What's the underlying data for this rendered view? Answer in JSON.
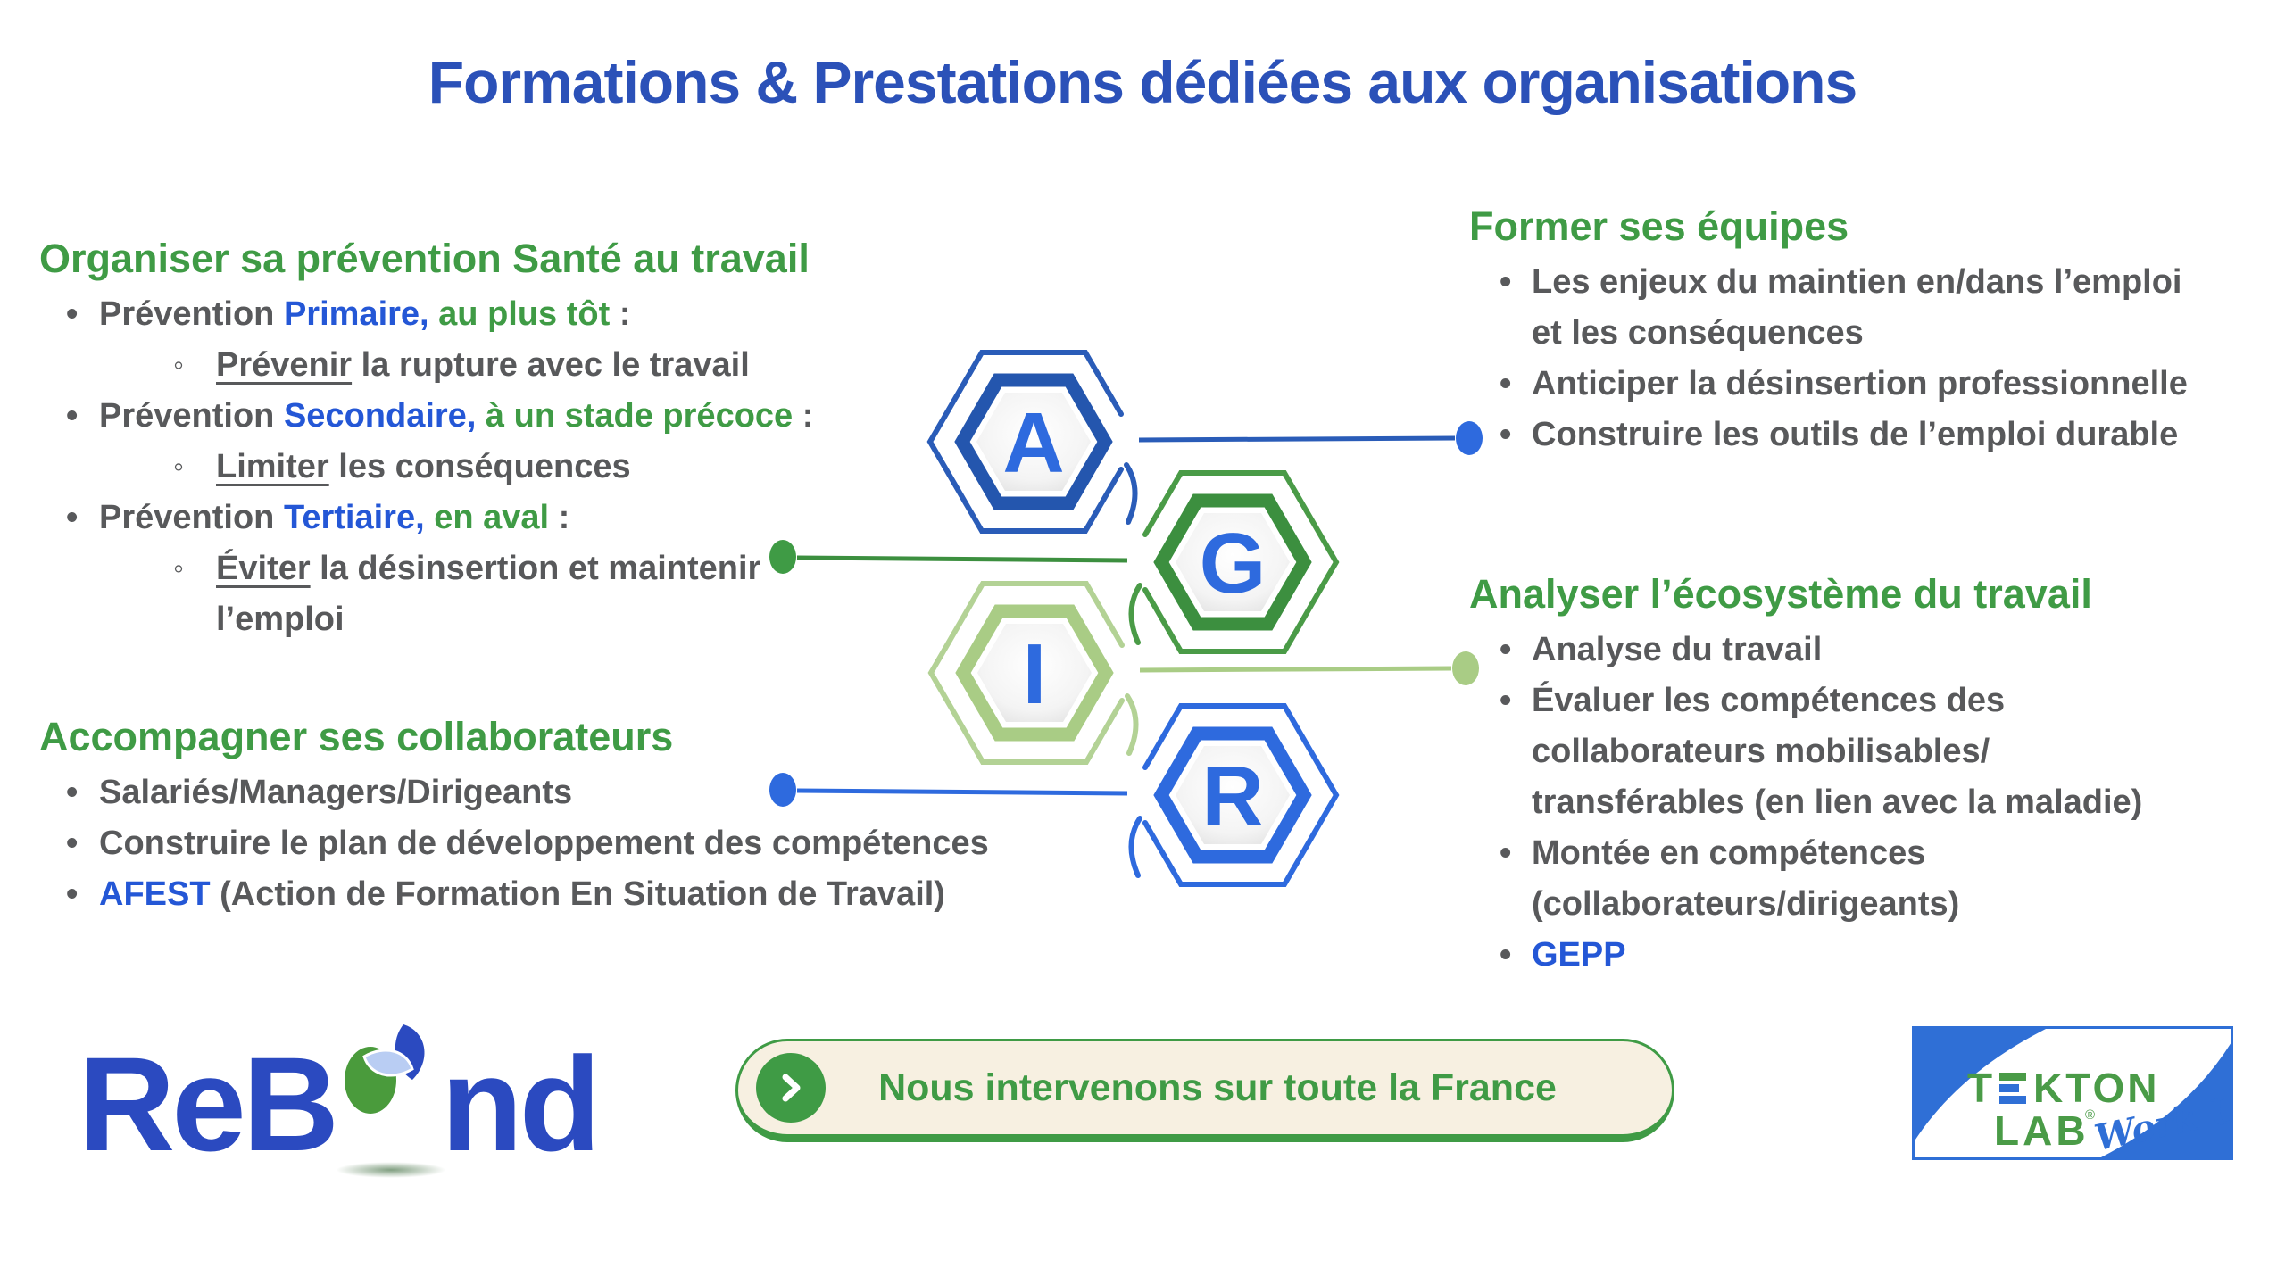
{
  "title": "Formations & Prestations dédiées aux organisations",
  "sections": {
    "prevention": {
      "heading": "Organiser sa prévention Santé au travail",
      "b1": {
        "pre": "Prévention ",
        "keyword": "Primaire,",
        "green": " au plus tôt",
        "colon": " :"
      },
      "s1": {
        "underlined": "Prévenir",
        "rest": " la rupture avec le travail"
      },
      "b2": {
        "pre": "Prévention ",
        "keyword": "Secondaire,",
        "green": " à un stade précoce",
        "colon": " :"
      },
      "s2": {
        "underlined": "Limiter",
        "rest": " les conséquences"
      },
      "b3": {
        "pre": "Prévention ",
        "keyword": "Tertiaire,",
        "green": " en aval",
        "colon": " :"
      },
      "s3": {
        "underlined": "Éviter",
        "rest": " la désinsertion et maintenir",
        "line2": "l’emploi"
      }
    },
    "accompagner": {
      "heading": "Accompagner ses collaborateurs",
      "i1": "Salariés/Managers/Dirigeants",
      "i2": "Construire le plan de développement des compétences",
      "i3_keyword": "AFEST",
      "i3_rest": " (Action de Formation En Situation de Travail)"
    },
    "former": {
      "heading": "Former ses équipes",
      "i1_line1": "Les enjeux du maintien en/dans l’emploi",
      "i1_line2": "et les conséquences",
      "i2": "Anticiper la désinsertion professionnelle",
      "i3": "Construire les outils de l’emploi durable"
    },
    "analyser": {
      "heading": "Analyser l’écosystème du travail",
      "i1": "Analyse du travail",
      "i2_line1": "Évaluer les compétences des",
      "i2_line2": "collaborateurs mobilisables/",
      "i2_line3": "transférables (en lien avec la maladie)",
      "i3_line1": "Montée en compétences",
      "i3_line2": "(collaborateurs/dirigeants)",
      "i4_keyword": "GEPP"
    }
  },
  "diagram": {
    "hexagons": [
      {
        "letter": "A",
        "color": "#2456ae",
        "connector": "right"
      },
      {
        "letter": "G",
        "color": "#3c8f3f",
        "connector": "left"
      },
      {
        "letter": "I",
        "color": "#a9cc85",
        "connector": "right"
      },
      {
        "letter": "R",
        "color": "#2e6ade",
        "connector": "left"
      }
    ],
    "letter_color": "#2e6ade"
  },
  "banner": {
    "label": "Nous intervenons sur toute la France",
    "icon": "chevron-right-icon"
  },
  "logos": {
    "rebond": {
      "part1": "ReB",
      "part2": "nd"
    },
    "tekton": {
      "line1_start": "T",
      "line1_end": "KTON",
      "line2": "LAB",
      "registered": "®",
      "tagline": "Work Up"
    }
  },
  "colors": {
    "title_blue": "#2b51b8",
    "heading_green": "#3f9b45",
    "body_gray": "#58595b",
    "keyword_blue": "#2457d6",
    "hex_blue_dark": "#2456ae",
    "hex_blue": "#2e6ade",
    "hex_green": "#3c8f3f",
    "hex_light_green": "#a9cc85",
    "banner_bg": "#f7f0e1",
    "rebond_blue": "#2b4ac0",
    "rebond_green": "#4a9b3c",
    "tekton_blue": "#2f6fd6",
    "tekton_green": "#4a9b47"
  }
}
